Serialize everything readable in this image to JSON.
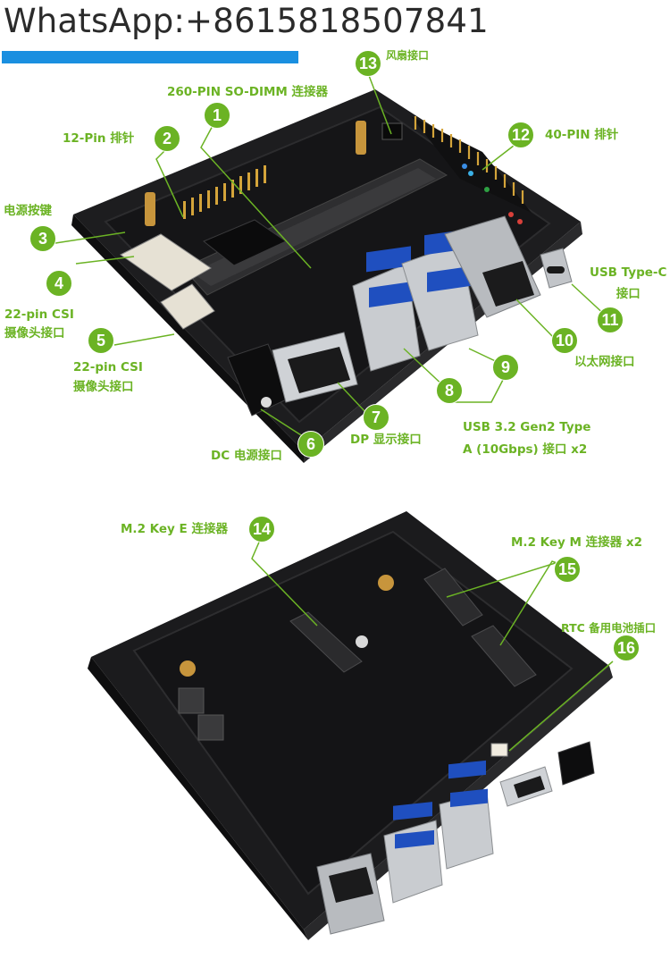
{
  "watermark": {
    "text": "WhatsApp:+8615818507841",
    "bar_color": "#1a8fe0"
  },
  "accent_color": "#6bb324",
  "top_view": {
    "labels": [
      {
        "num": "1",
        "text": "260-PIN SO-DIMM 连接器"
      },
      {
        "num": "2",
        "text": "12-Pin 排针"
      },
      {
        "num": "3",
        "text": "电源按键"
      },
      {
        "num": "4",
        "text": "22-pin CSI\n摄像头接口"
      },
      {
        "num": "5",
        "text": "22-pin CSI\n摄像头接口"
      },
      {
        "num": "6",
        "text": "DC 电源接口"
      },
      {
        "num": "7",
        "text": "DP 显示接口"
      },
      {
        "num": "8",
        "text": ""
      },
      {
        "num": "9",
        "text": "USB 3.2 Gen2 Type\nA (10Gbps) 接口 x2"
      },
      {
        "num": "10",
        "text": "以太网接口"
      },
      {
        "num": "11",
        "text": "USB Type-C\n接口"
      },
      {
        "num": "12",
        "text": "40-PIN 排针"
      },
      {
        "num": "13",
        "text": "风扇接口"
      }
    ]
  },
  "bottom_view": {
    "labels": [
      {
        "num": "14",
        "text": "M.2 Key E 连接器"
      },
      {
        "num": "15",
        "text": "M.2 Key M 连接器 x2"
      },
      {
        "num": "16",
        "text": "RTC 备用电池插口"
      }
    ]
  }
}
